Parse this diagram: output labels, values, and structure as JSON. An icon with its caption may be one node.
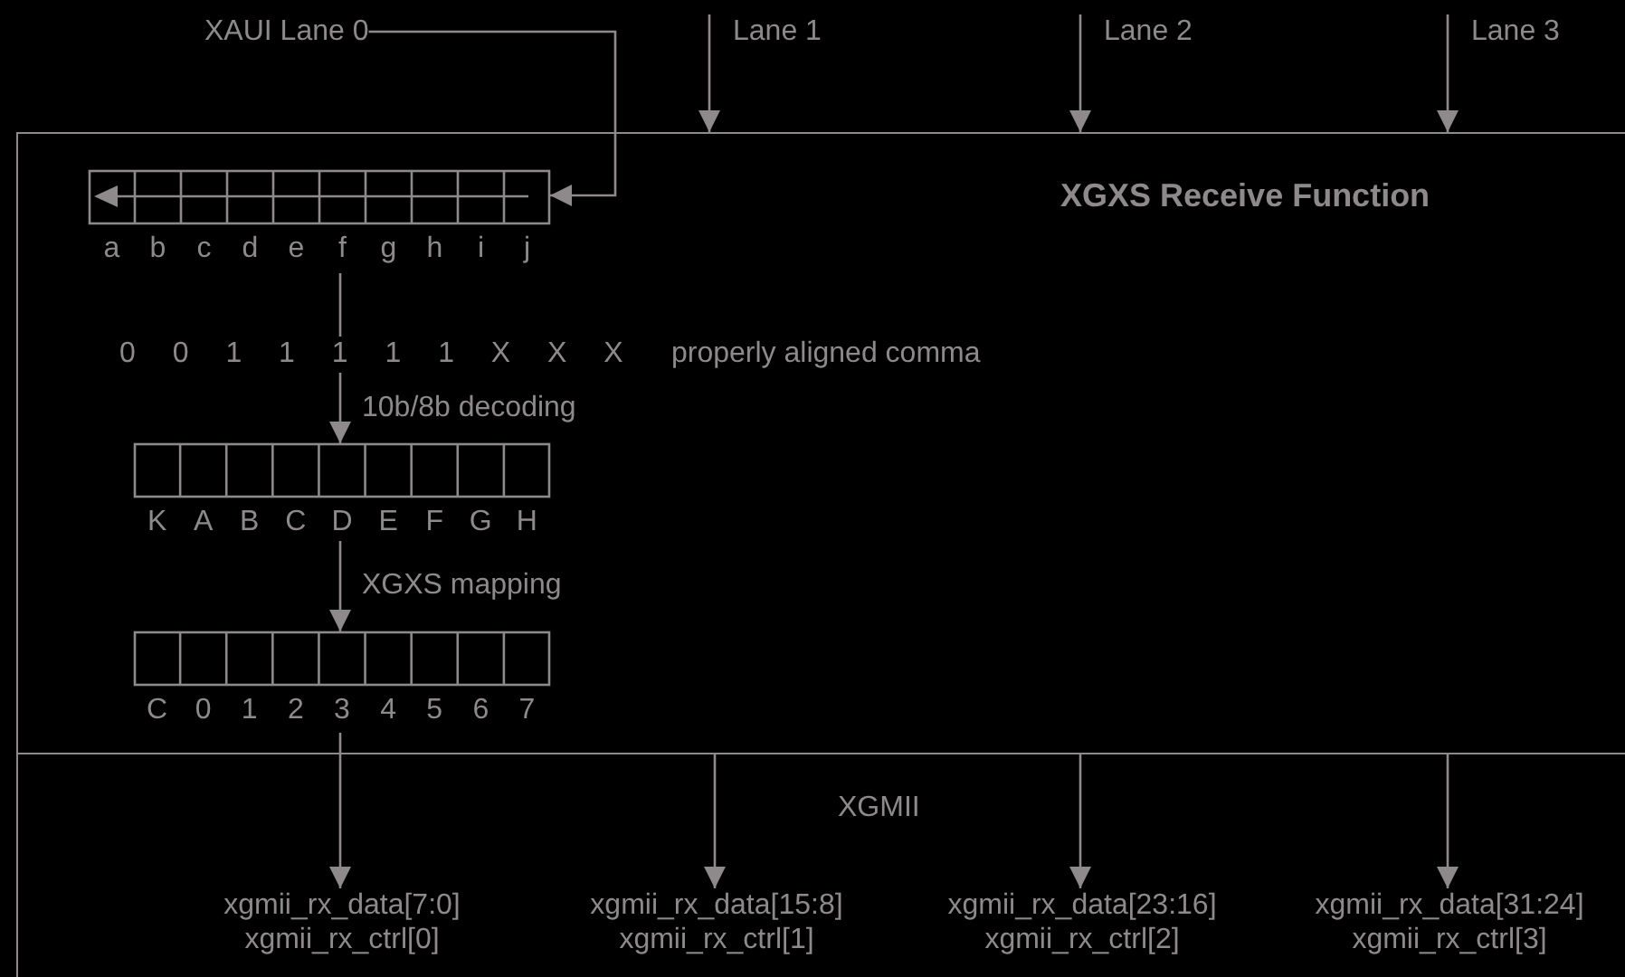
{
  "diagram": {
    "nodes": [
      {
        "text": [
          "XAUI Lane 0"
        ]
      },
      {
        "text": [
          "Lane 1"
        ]
      },
      {
        "text": [
          "Lane 2"
        ]
      },
      {
        "text": [
          "Lane 3"
        ]
      },
      {
        "text": [
          "XGXS Receive Function"
        ]
      },
      {
        "text": [],
        "shape": "box",
        "in": 4,
        "beside": [
          "a",
          "b",
          "c",
          "d",
          "e",
          "f",
          "g",
          "h",
          "i",
          "j"
        ]
      },
      {
        "text": [
          "0 0 1 1 1 1 1 X X X"
        ],
        "in": 4,
        "beside": [
          "properly aligned comma"
        ]
      },
      {
        "text": [],
        "shape": "box",
        "in": 4,
        "beside": [
          "K",
          "A",
          "B",
          "C",
          "D",
          "E",
          "F",
          "G",
          "H"
        ]
      },
      {
        "text": [],
        "shape": "box",
        "in": 4,
        "beside": [
          "C",
          "0",
          "1",
          "2",
          "3",
          "4",
          "5",
          "6",
          "7"
        ]
      },
      {
        "text": [
          "XGMII"
        ]
      },
      {
        "text": [
          "xgmii_rx_data[7:0]",
          "xgmii_rx_ctrl[0]"
        ],
        "in": 9
      },
      {
        "text": [
          "xgmii_rx_data[15:8]",
          "xgmii_rx_ctrl[1]"
        ],
        "in": 9
      },
      {
        "text": [
          "xgmii_rx_data[23:16]",
          "xgmii_rx_ctrl[2]"
        ],
        "in": 9
      },
      {
        "text": [
          "xgmii_rx_data[31:24]",
          "xgmii_rx_ctrl[3]"
        ],
        "in": 9
      }
    ],
    "edges": [
      {
        "from": 0,
        "to": 5,
        "arrow": "to"
      },
      {
        "from": 1,
        "to": 4,
        "arrow": "to"
      },
      {
        "from": 2,
        "to": 4,
        "arrow": "to"
      },
      {
        "from": 3,
        "to": 4,
        "arrow": "to"
      },
      {
        "from": 5,
        "to": 6,
        "arrow": "none"
      },
      {
        "from": 6,
        "to": 7,
        "arrow": "to",
        "label": "10b/8b decoding"
      },
      {
        "from": 7,
        "to": 8,
        "arrow": "to",
        "label": "XGXS mapping"
      },
      {
        "from": 8,
        "to": 10,
        "arrow": "to"
      },
      {
        "from": 4,
        "to": 11,
        "arrow": "to"
      },
      {
        "from": 4,
        "to": 12,
        "arrow": "to"
      },
      {
        "from": 4,
        "to": 13,
        "arrow": "to"
      }
    ]
  }
}
